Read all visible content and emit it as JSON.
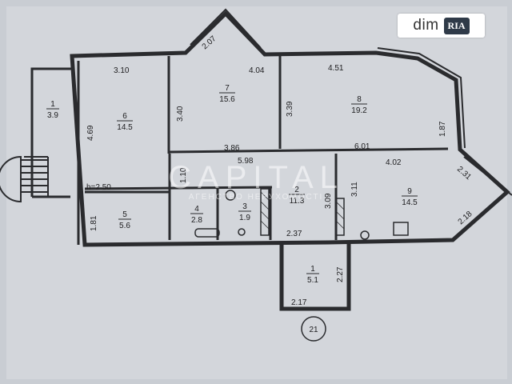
{
  "plan": {
    "rooms": [
      {
        "id": "r1",
        "number": "1",
        "area": "3.9"
      },
      {
        "id": "r6",
        "number": "6",
        "area": "14.5"
      },
      {
        "id": "r7",
        "number": "7",
        "area": "15.6"
      },
      {
        "id": "r8",
        "number": "8",
        "area": "19.2"
      },
      {
        "id": "r2",
        "number": "2",
        "area": "11.3"
      },
      {
        "id": "r9",
        "number": "9",
        "area": "14.5"
      },
      {
        "id": "r5",
        "number": "5",
        "area": "5.6"
      },
      {
        "id": "r4",
        "number": "4",
        "area": "2.8"
      },
      {
        "id": "r3",
        "number": "3",
        "area": "1.9"
      },
      {
        "id": "r1b",
        "number": "1",
        "area": "5.1"
      }
    ],
    "dimensions": [
      "3.10",
      "2.07",
      "4.04",
      "4.51",
      "4.69",
      "3.40",
      "3.39",
      "1.87",
      "3.86",
      "6.01",
      "5.98",
      "4.02",
      "2.31",
      "1.10",
      "h=2.50",
      "3.09",
      "3.11",
      "2.18",
      "1.81",
      "2.37",
      "2.27",
      "2.17"
    ],
    "apartment_number": "21"
  },
  "branding": {
    "badge_text": "dim",
    "badge_logo": "RIA",
    "watermark": "CAPITAL",
    "watermark_sub": "АГЕНСТВО НЕРУХОМОСТІ"
  }
}
